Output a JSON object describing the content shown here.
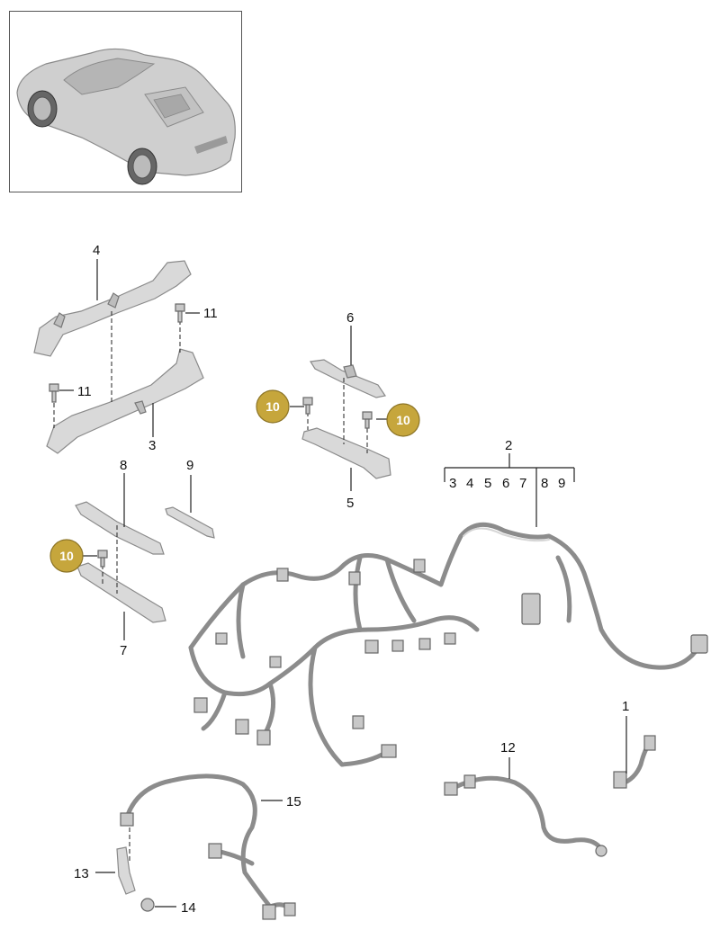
{
  "callouts": {
    "p1": "1",
    "p2": "2",
    "p3": "3",
    "p4": "4",
    "p5": "5",
    "p6": "6",
    "p7": "7",
    "p8": "8",
    "p9": "9",
    "p10a": "10",
    "p10b": "10",
    "p10c": "10",
    "p11a": "11",
    "p11b": "11",
    "p12": "12",
    "p13": "13",
    "p14": "14",
    "p15": "15"
  },
  "group2_items": [
    "3",
    "4",
    "5",
    "6",
    "7",
    "8",
    "9"
  ],
  "colors": {
    "badge": "#c6a63c",
    "part": "#d9d9d9",
    "wire": "#8c8c8c"
  }
}
